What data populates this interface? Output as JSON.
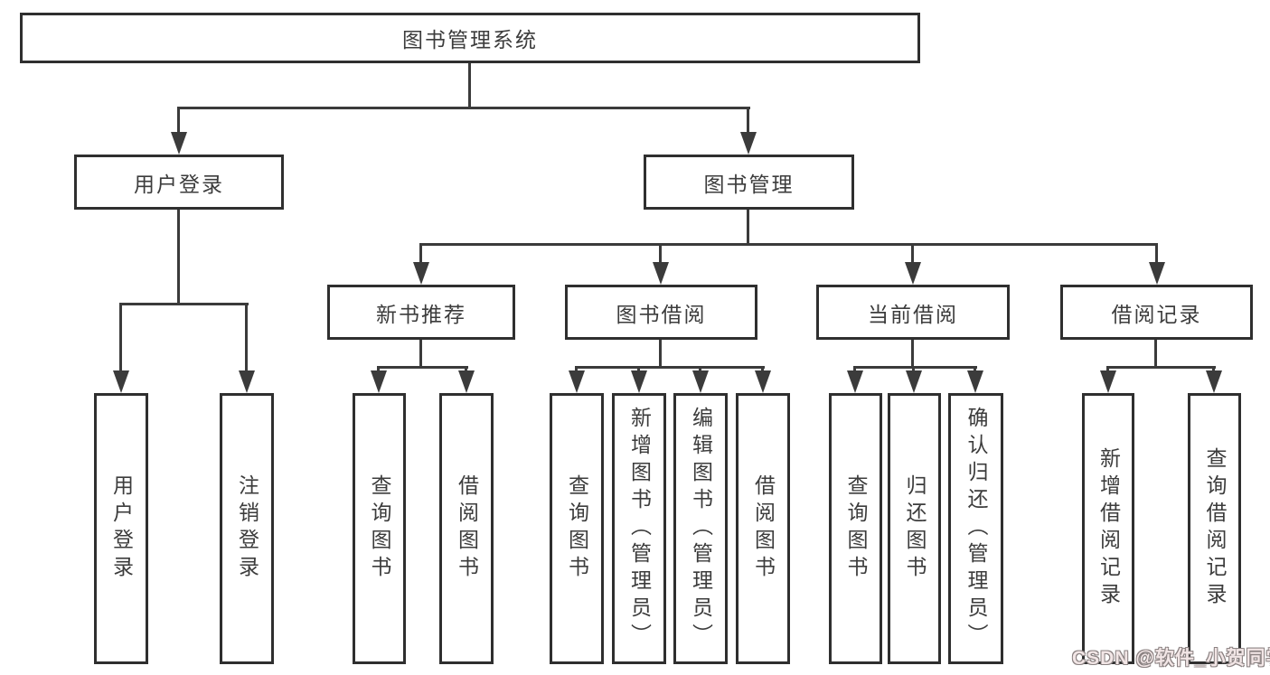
{
  "page": {
    "background": "#ffffff"
  },
  "colors": {
    "box_border": "#2f2f2f",
    "connector_line": "#3b3b3b",
    "text": "#3c3c3c",
    "watermark_fill": "#f2e6e6",
    "watermark_outline": "#8a8181"
  },
  "diagram": {
    "type": "tree",
    "root": {
      "label": "图书管理系统"
    },
    "children": [
      {
        "label": "用户登录",
        "children": [
          {
            "label": "用户登录"
          },
          {
            "label": "注销登录"
          }
        ]
      },
      {
        "label": "图书管理",
        "children": [
          {
            "label": "新书推荐",
            "children": [
              {
                "label": "查询图书"
              },
              {
                "label": "借阅图书"
              }
            ]
          },
          {
            "label": "图书借阅",
            "children": [
              {
                "label": "查询图书"
              },
              {
                "label": "新增图书（管理员）"
              },
              {
                "label": "编辑图书（管理员）"
              },
              {
                "label": "借阅图书"
              }
            ]
          },
          {
            "label": "当前借阅",
            "children": [
              {
                "label": "查询图书"
              },
              {
                "label": "归还图书"
              },
              {
                "label": "确认归还（管理员）"
              }
            ]
          },
          {
            "label": "借阅记录",
            "children": [
              {
                "label": "新增借阅记录"
              },
              {
                "label": "查询借阅记录"
              }
            ]
          }
        ]
      }
    ]
  },
  "watermark": {
    "text": "CSDN @软件_小贺同学"
  }
}
